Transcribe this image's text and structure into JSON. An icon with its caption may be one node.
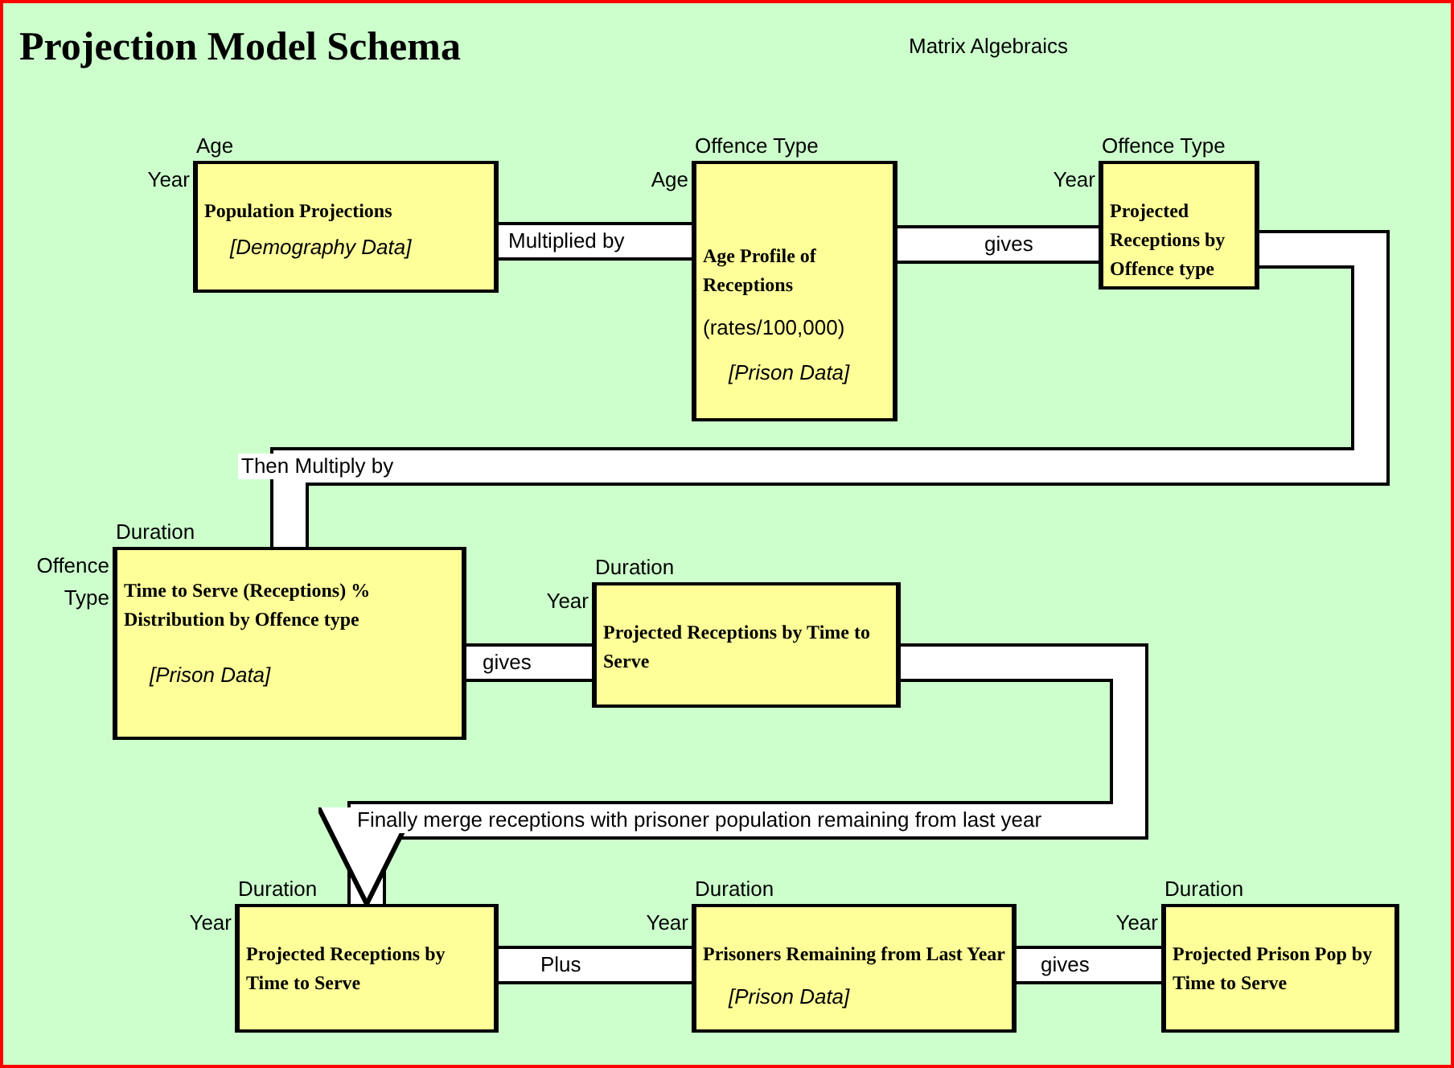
{
  "diagram": {
    "title": "Projection Model Schema",
    "nodes": [
      {
        "text": [
          "Population Projections",
          "[Demography Data]"
        ],
        "beside": [
          "Age",
          "Year"
        ]
      },
      {
        "text": [
          "Age Profile of Receptions",
          "(rates/100,000)",
          "[Prison Data]"
        ],
        "beside": [
          "Offence Type",
          "Age"
        ]
      },
      {
        "text": [
          "Projected Receptions by Offence type"
        ],
        "beside": [
          "Offence Type",
          "Year"
        ]
      },
      {
        "text": [
          "Time to Serve (Receptions) % Distribution by Offence type",
          "[Prison Data]"
        ],
        "beside": [
          "Duration",
          "Offence Type"
        ]
      },
      {
        "text": [
          "Projected Receptions by Time to Serve"
        ],
        "beside": [
          "Duration",
          "Year"
        ]
      },
      {
        "text": [
          "Projected Receptions by Time to Serve"
        ],
        "beside": [
          "Duration",
          "Year"
        ]
      },
      {
        "text": [
          "Prisoners Remaining from Last Year",
          "[Prison Data]"
        ],
        "beside": [
          "Duration",
          "Year"
        ]
      },
      {
        "text": [
          "Projected Prison Pop by Time to Serve"
        ],
        "beside": [
          "Duration",
          "Year"
        ]
      }
    ],
    "edges": [
      {
        "from": 0,
        "to": 1,
        "arrow": "none",
        "label": "Multiplied by"
      },
      {
        "from": 1,
        "to": 2,
        "arrow": "none",
        "label": "gives"
      },
      {
        "from": 2,
        "to": 3,
        "arrow": "none",
        "label": "Then Multiply by"
      },
      {
        "from": 3,
        "to": 4,
        "arrow": "none",
        "label": "gives"
      },
      {
        "from": 4,
        "to": 5,
        "arrow": "to",
        "label": "Finally merge receptions with prisoner population remaining from last year"
      },
      {
        "from": 5,
        "to": 6,
        "arrow": "none",
        "label": "Plus"
      },
      {
        "from": 6,
        "to": 7,
        "arrow": "none",
        "label": "gives"
      }
    ],
    "labels": [
      "Matrix Algebraics"
    ]
  }
}
